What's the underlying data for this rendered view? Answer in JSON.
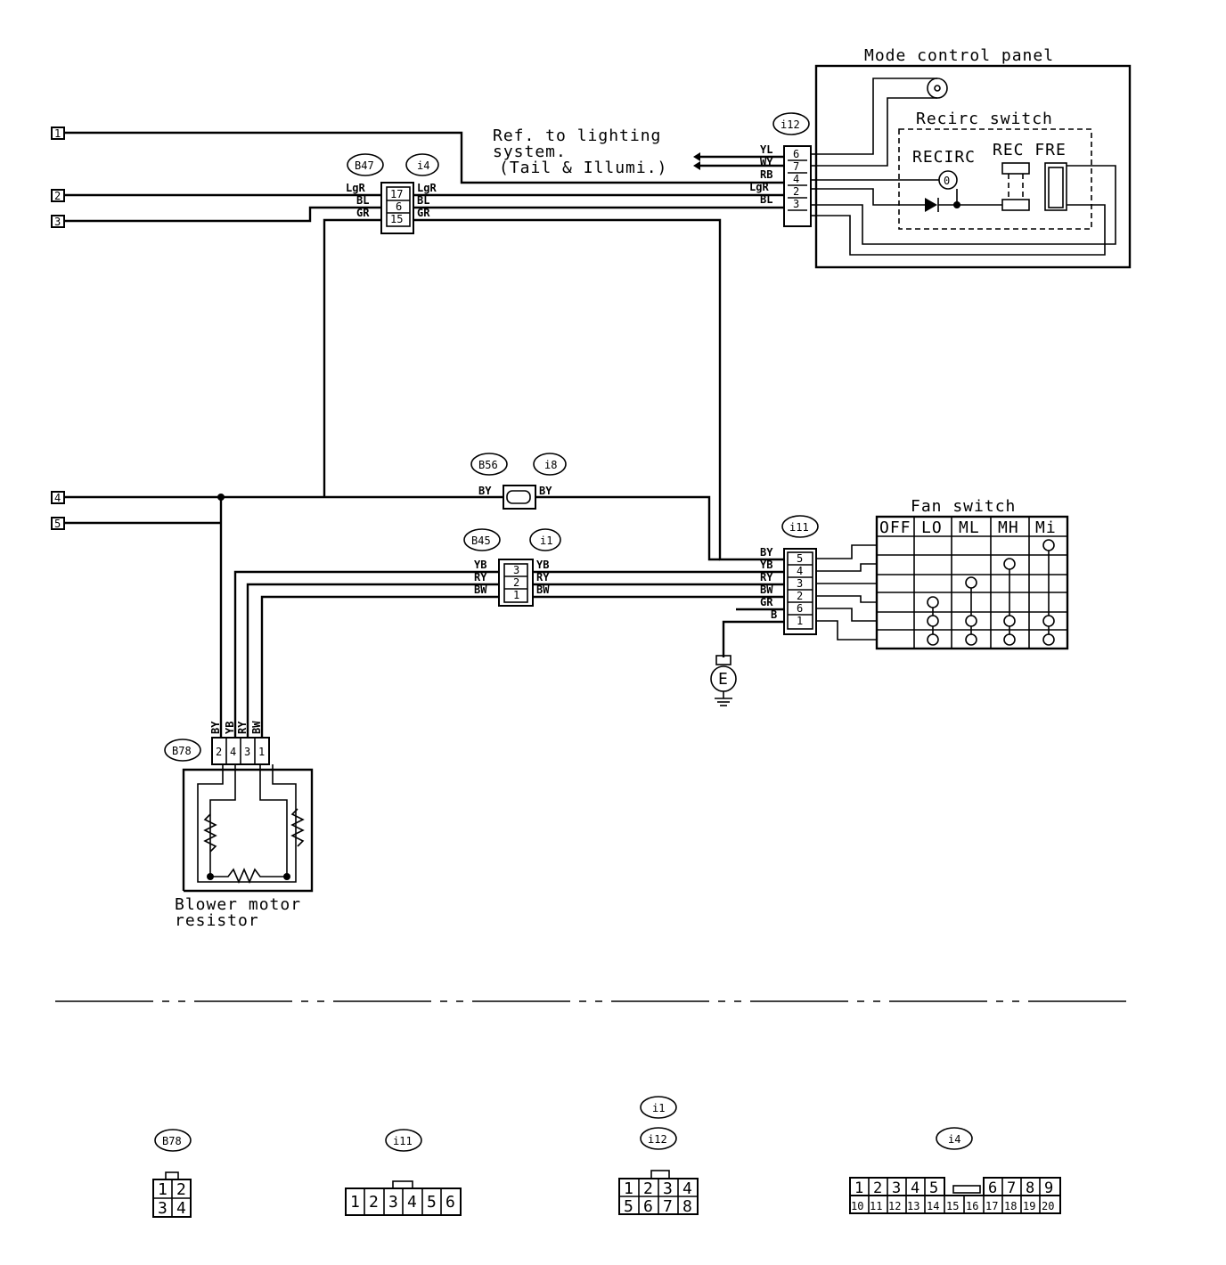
{
  "title": "Mode control panel",
  "blocks": {
    "recirc_switch": "Recirc switch",
    "recirc_label": "RECIRC",
    "rec_fre": "REC FRE",
    "ref_lighting_1": "Ref. to lighting",
    "ref_lighting_2": "system.",
    "ref_lighting_3": "(Tail & Illumi.)",
    "fan_switch": "Fan switch",
    "blower_1": "Blower motor",
    "blower_2": "resistor",
    "ground": "E"
  },
  "fan_positions": [
    "OFF",
    "LO",
    "ML",
    "MH",
    "Mi"
  ],
  "terminals": [
    "1",
    "2",
    "3",
    "4",
    "5"
  ],
  "connectors": {
    "b47": "B47",
    "i4": "i4",
    "i12": "i12",
    "b56": "B56",
    "i8": "i8",
    "b45": "B45",
    "i1": "i1",
    "i11": "i11",
    "b78": "B78"
  },
  "wires_i12": [
    "YL",
    "WY",
    "RB",
    "LgR",
    "BL"
  ],
  "pins_i12": [
    "6",
    "7",
    "4",
    "2",
    "3"
  ],
  "wires_b47": [
    "LgR",
    "BL",
    "GR"
  ],
  "pins_b47": [
    "17",
    "6",
    "15"
  ],
  "wires_i4": [
    "LgR",
    "BL",
    "GR"
  ],
  "wire_b56": "BY",
  "wire_i8": "BY",
  "wires_b45": [
    "YB",
    "RY",
    "BW"
  ],
  "pins_b45": [
    "3",
    "2",
    "1"
  ],
  "wires_i1": [
    "YB",
    "RY",
    "BW"
  ],
  "wires_i11": [
    "BY",
    "YB",
    "RY",
    "BW",
    "GR",
    "B"
  ],
  "pins_i11": [
    "5",
    "4",
    "3",
    "2",
    "6",
    "1"
  ],
  "wires_b78": [
    "BY",
    "YB",
    "RY",
    "BW"
  ],
  "pins_b78": [
    "2",
    "4",
    "3",
    "1"
  ],
  "legend": {
    "b78_pins": [
      "1",
      "2",
      "3",
      "4"
    ],
    "i11_pins": [
      "1",
      "2",
      "3",
      "4",
      "5",
      "6"
    ],
    "i1_label": "i1",
    "i12_label": "i12",
    "i12_pins": [
      "1",
      "2",
      "3",
      "4",
      "5",
      "6",
      "7",
      "8"
    ],
    "i4_pins_top": [
      "1",
      "2",
      "3",
      "4",
      "5",
      "6",
      "7",
      "8",
      "9"
    ],
    "i4_pins_bottom": [
      "10",
      "11",
      "12",
      "13",
      "14",
      "15",
      "16",
      "17",
      "18",
      "19",
      "20"
    ]
  },
  "colors": {
    "line": "#000000",
    "background": "#ffffff"
  }
}
